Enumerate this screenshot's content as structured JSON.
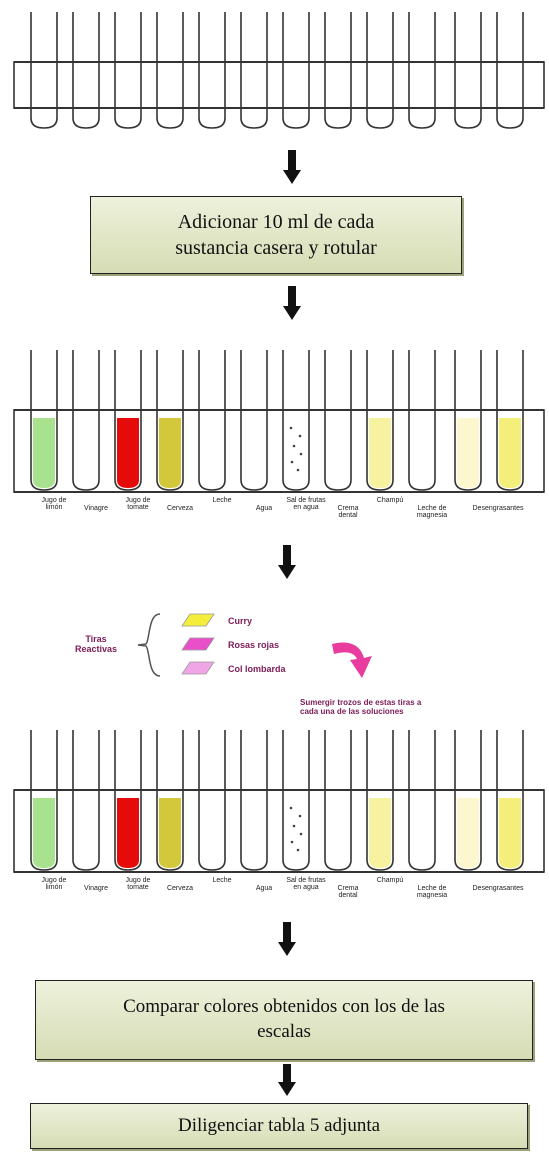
{
  "steps": [
    {
      "line1": "Adicionar 10 ml de cada",
      "line2": "sustancia casera  y rotular"
    },
    {
      "line1": "Comparar colores obtenidos con los de las",
      "line2": "escalas"
    },
    {
      "line1": "Diligenciar tabla 5 adjunta"
    }
  ],
  "tube_labels": [
    "Jugo de limón",
    "Vinagre",
    "Jugo de tomate",
    "Cerveza",
    "Leche",
    "Agua",
    "Sal de frutas en agua",
    "Crema dental",
    "Champú",
    "Leche de magnesia",
    "Desengrasantes"
  ],
  "tube_colors": [
    "#a8e28e",
    "#ffffff",
    "#e60b0b",
    "#d3c83c",
    "#ffffff",
    "#ffffff",
    "dots",
    "#ffffff",
    "#f7f2a0",
    "#ffffff",
    "#fcf7cf",
    "#f3ef7a"
  ],
  "strips": {
    "group_label_1": "Tiras",
    "group_label_2": "Reactivas",
    "items": [
      {
        "name": "Curry",
        "color": "#f4ee3a"
      },
      {
        "name": "Rosas rojas",
        "color": "#e84fc8"
      },
      {
        "name": "Col lombarda",
        "color": "#f0a6e6"
      }
    ],
    "instruction_1": "Sumergir trozos de estas tiras a",
    "instruction_2": "cada una de las soluciones",
    "arrow_color": "#e83c9e"
  }
}
